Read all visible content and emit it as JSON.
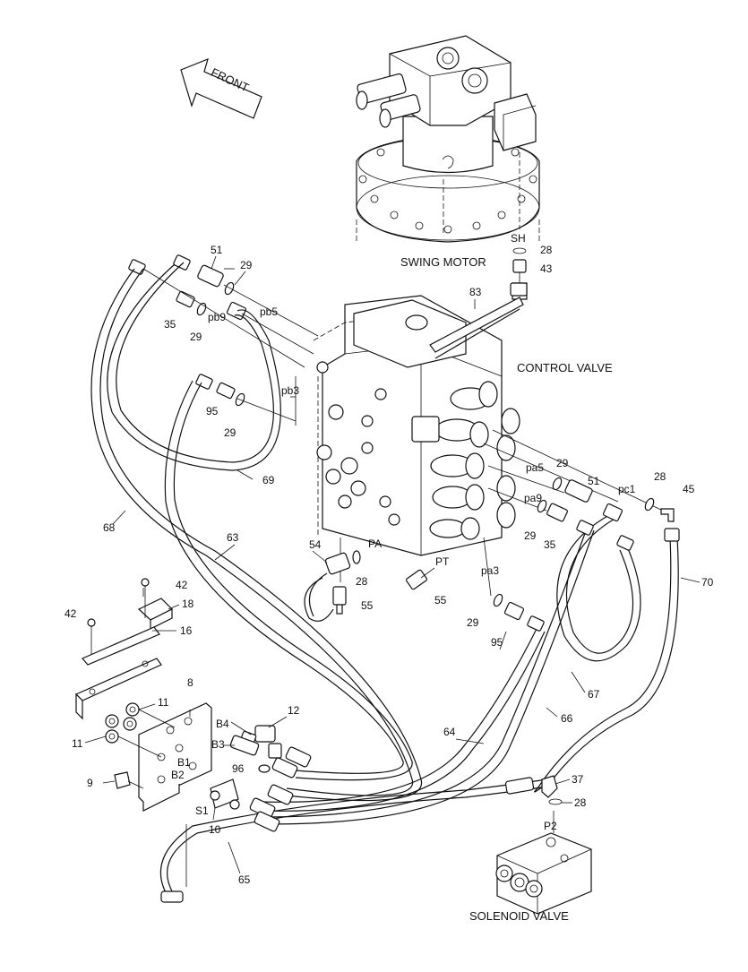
{
  "front_arrow": {
    "label": "FRONT"
  },
  "captions": {
    "swing_motor": "SWING MOTOR",
    "control_valve": "CONTROL VALVE",
    "solenoid_valve": "SOLENOID VALVE"
  },
  "callouts": [
    {
      "id": "c1",
      "text": "SH"
    },
    {
      "id": "c2",
      "text": "28"
    },
    {
      "id": "c3",
      "text": "43"
    },
    {
      "id": "c4",
      "text": "51"
    },
    {
      "id": "c5",
      "text": "29"
    },
    {
      "id": "c6",
      "text": "pb5"
    },
    {
      "id": "c7",
      "text": "35"
    },
    {
      "id": "c8",
      "text": "pb9"
    },
    {
      "id": "c9",
      "text": "29"
    },
    {
      "id": "c10",
      "text": "83"
    },
    {
      "id": "c11",
      "text": "pb3"
    },
    {
      "id": "c12",
      "text": "95"
    },
    {
      "id": "c13",
      "text": "29"
    },
    {
      "id": "c14",
      "text": "69"
    },
    {
      "id": "c15",
      "text": "68"
    },
    {
      "id": "c16",
      "text": "63"
    },
    {
      "id": "c17",
      "text": "pa5"
    },
    {
      "id": "c18",
      "text": "29"
    },
    {
      "id": "c19",
      "text": "51"
    },
    {
      "id": "c20",
      "text": "pc1"
    },
    {
      "id": "c21",
      "text": "28"
    },
    {
      "id": "c22",
      "text": "45"
    },
    {
      "id": "c23",
      "text": "pa9"
    },
    {
      "id": "c24",
      "text": "29"
    },
    {
      "id": "c25",
      "text": "35"
    },
    {
      "id": "c26",
      "text": "54"
    },
    {
      "id": "c27",
      "text": "PA"
    },
    {
      "id": "c28",
      "text": "28"
    },
    {
      "id": "c29",
      "text": "PT"
    },
    {
      "id": "c30",
      "text": "55"
    },
    {
      "id": "c31",
      "text": "55"
    },
    {
      "id": "c32",
      "text": "pa3"
    },
    {
      "id": "c33",
      "text": "70"
    },
    {
      "id": "c34",
      "text": "42"
    },
    {
      "id": "c35",
      "text": "18"
    },
    {
      "id": "c36",
      "text": "42"
    },
    {
      "id": "c37",
      "text": "16"
    },
    {
      "id": "c38",
      "text": "29"
    },
    {
      "id": "c39",
      "text": "95"
    },
    {
      "id": "c40",
      "text": "67"
    },
    {
      "id": "c41",
      "text": "8"
    },
    {
      "id": "c42",
      "text": "11"
    },
    {
      "id": "c43",
      "text": "B4"
    },
    {
      "id": "c44",
      "text": "12"
    },
    {
      "id": "c45",
      "text": "66"
    },
    {
      "id": "c46",
      "text": "11"
    },
    {
      "id": "c47",
      "text": "B3"
    },
    {
      "id": "c48",
      "text": "64"
    },
    {
      "id": "c49",
      "text": "B1"
    },
    {
      "id": "c50",
      "text": "96"
    },
    {
      "id": "c51",
      "text": "B2"
    },
    {
      "id": "c52",
      "text": "9"
    },
    {
      "id": "c53",
      "text": "37"
    },
    {
      "id": "c54",
      "text": "S1"
    },
    {
      "id": "c55",
      "text": "28"
    },
    {
      "id": "c56",
      "text": "10"
    },
    {
      "id": "c57",
      "text": "P2"
    },
    {
      "id": "c58",
      "text": "65"
    }
  ]
}
